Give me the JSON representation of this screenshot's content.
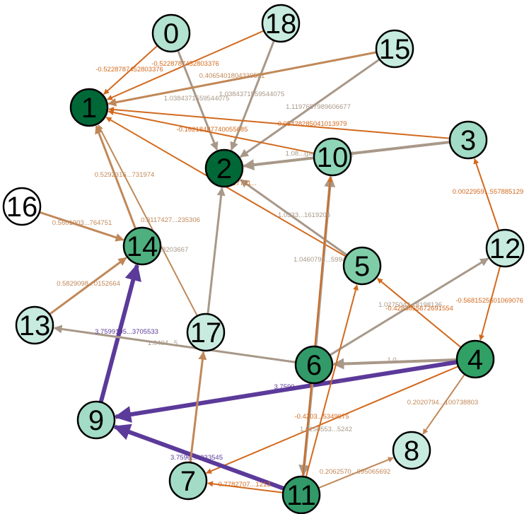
{
  "colors": {
    "orange": "#d2691e",
    "gray": "#a89888",
    "tan": "#c08858",
    "purple": "#5b3a9a",
    "node_stroke": "#000000"
  },
  "nodes": [
    {
      "id": "0",
      "label": "0",
      "fill": "#b2e2d0"
    },
    {
      "id": "1",
      "label": "1",
      "fill": "#006837"
    },
    {
      "id": "2",
      "label": "2",
      "fill": "#006837"
    },
    {
      "id": "3",
      "label": "3",
      "fill": "#a2dcc6"
    },
    {
      "id": "4",
      "label": "4",
      "fill": "#31a065"
    },
    {
      "id": "5",
      "label": "5",
      "fill": "#7fcda8"
    },
    {
      "id": "6",
      "label": "6",
      "fill": "#319a68"
    },
    {
      "id": "7",
      "label": "7",
      "fill": "#a2dcc6"
    },
    {
      "id": "8",
      "label": "8",
      "fill": "#c8ebdf"
    },
    {
      "id": "9",
      "label": "9",
      "fill": "#a2dcc6"
    },
    {
      "id": "10",
      "label": "10",
      "fill": "#8fd5b8"
    },
    {
      "id": "11",
      "label": "11",
      "fill": "#319a68"
    },
    {
      "id": "12",
      "label": "12",
      "fill": "#c8ebdf"
    },
    {
      "id": "13",
      "label": "13",
      "fill": "#c8ebdf"
    },
    {
      "id": "14",
      "label": "14",
      "fill": "#4eb07f"
    },
    {
      "id": "15",
      "label": "15",
      "fill": "#c8ebdf"
    },
    {
      "id": "16",
      "label": "16",
      "fill": "#ffffff"
    },
    {
      "id": "17",
      "label": "17",
      "fill": "#c8ebdf"
    },
    {
      "id": "18",
      "label": "18",
      "fill": "#c8ebdf"
    }
  ],
  "edges": [
    {
      "from": "0",
      "to": "1",
      "label": "-0.5228787452803376",
      "color": "orange",
      "weight": 2
    },
    {
      "from": "18",
      "to": "1",
      "label": "-0.5228787452803376",
      "color": "orange",
      "weight": 2
    },
    {
      "from": "0",
      "to": "2",
      "label": "1.0384371559544075",
      "color": "gray",
      "weight": 3
    },
    {
      "from": "18",
      "to": "2",
      "label": "1.0384371559544075",
      "color": "gray",
      "weight": 3
    },
    {
      "from": "15",
      "to": "1",
      "label": "0.4065401804339551",
      "color": "tan",
      "weight": 3
    },
    {
      "from": "15",
      "to": "2",
      "label": "1.1197657989606677",
      "color": "gray",
      "weight": 3
    },
    {
      "from": "3",
      "to": "1",
      "label": "-0.05428285041013979",
      "color": "orange",
      "weight": 2
    },
    {
      "from": "10",
      "to": "1",
      "label": "-0.16218487740055685",
      "color": "orange",
      "weight": 2
    },
    {
      "from": "3",
      "to": "2",
      "label": "1.08...(partially hidden)",
      "color": "gray",
      "weight": 4
    },
    {
      "from": "5",
      "to": "1",
      "label": "-0.1217741...",
      "color": "orange",
      "weight": 2
    },
    {
      "from": "5",
      "to": "2",
      "label": "1.0333...1619206",
      "color": "gray",
      "weight": 3
    },
    {
      "from": "14",
      "to": "1",
      "label": "0.5292316...731974",
      "color": "tan",
      "weight": 3
    },
    {
      "from": "17",
      "to": "1",
      "label": "0.3117427...235306",
      "color": "tan",
      "weight": 2
    },
    {
      "from": "17",
      "to": "2",
      "label": "1.1029619428203667",
      "color": "gray",
      "weight": 3
    },
    {
      "from": "16",
      "to": "14",
      "label": "0.5601903...764751",
      "color": "tan",
      "weight": 3
    },
    {
      "from": "13",
      "to": "14",
      "label": "0.5829098...0152664",
      "color": "tan",
      "weight": 3
    },
    {
      "from": "9",
      "to": "14",
      "label": "3.7599195...3705533",
      "color": "purple",
      "weight": 6
    },
    {
      "from": "6",
      "to": "13",
      "label": "1.0404...5",
      "color": "gray",
      "weight": 3
    },
    {
      "from": "6",
      "to": "10",
      "label": "1.0460795...5994...",
      "color": "gray",
      "weight": 4
    },
    {
      "from": "6",
      "to": "12",
      "label": "1.0275042...8198136",
      "color": "gray",
      "weight": 3
    },
    {
      "from": "4",
      "to": "5",
      "label": "-0.4283855672691554",
      "color": "orange",
      "weight": 2
    },
    {
      "from": "4",
      "to": "6",
      "label": "1.0...",
      "color": "gray",
      "weight": 4
    },
    {
      "from": "4",
      "to": "9",
      "label": "3.7599...",
      "color": "purple",
      "weight": 6
    },
    {
      "from": "4",
      "to": "7",
      "label": "-0.4203...5349975",
      "color": "orange",
      "weight": 2
    },
    {
      "from": "4",
      "to": "8",
      "label": "0.2020794...100738803",
      "color": "tan",
      "weight": 2
    },
    {
      "from": "12",
      "to": "3",
      "label": "0.0022959...557885129",
      "color": "orange",
      "weight": 2
    },
    {
      "from": "12",
      "to": "4",
      "label": "-0.5681525601069076",
      "color": "orange",
      "weight": 2
    },
    {
      "from": "6",
      "to": "11",
      "label": "1.0250553...5242",
      "color": "gray",
      "weight": 4
    },
    {
      "from": "11",
      "to": "5",
      "label": "...",
      "color": "orange",
      "weight": 2
    },
    {
      "from": "11",
      "to": "10",
      "label": "",
      "color": "orange",
      "weight": 2
    },
    {
      "from": "11",
      "to": "9",
      "label": "3.7596...0933545",
      "color": "purple",
      "weight": 6
    },
    {
      "from": "11",
      "to": "7",
      "label": "-0.7782707...1213",
      "color": "orange",
      "weight": 2
    },
    {
      "from": "11",
      "to": "8",
      "label": "0.2062570...995065692",
      "color": "tan",
      "weight": 2
    },
    {
      "from": "7",
      "to": "17",
      "label": "",
      "color": "tan",
      "weight": 3
    }
  ]
}
